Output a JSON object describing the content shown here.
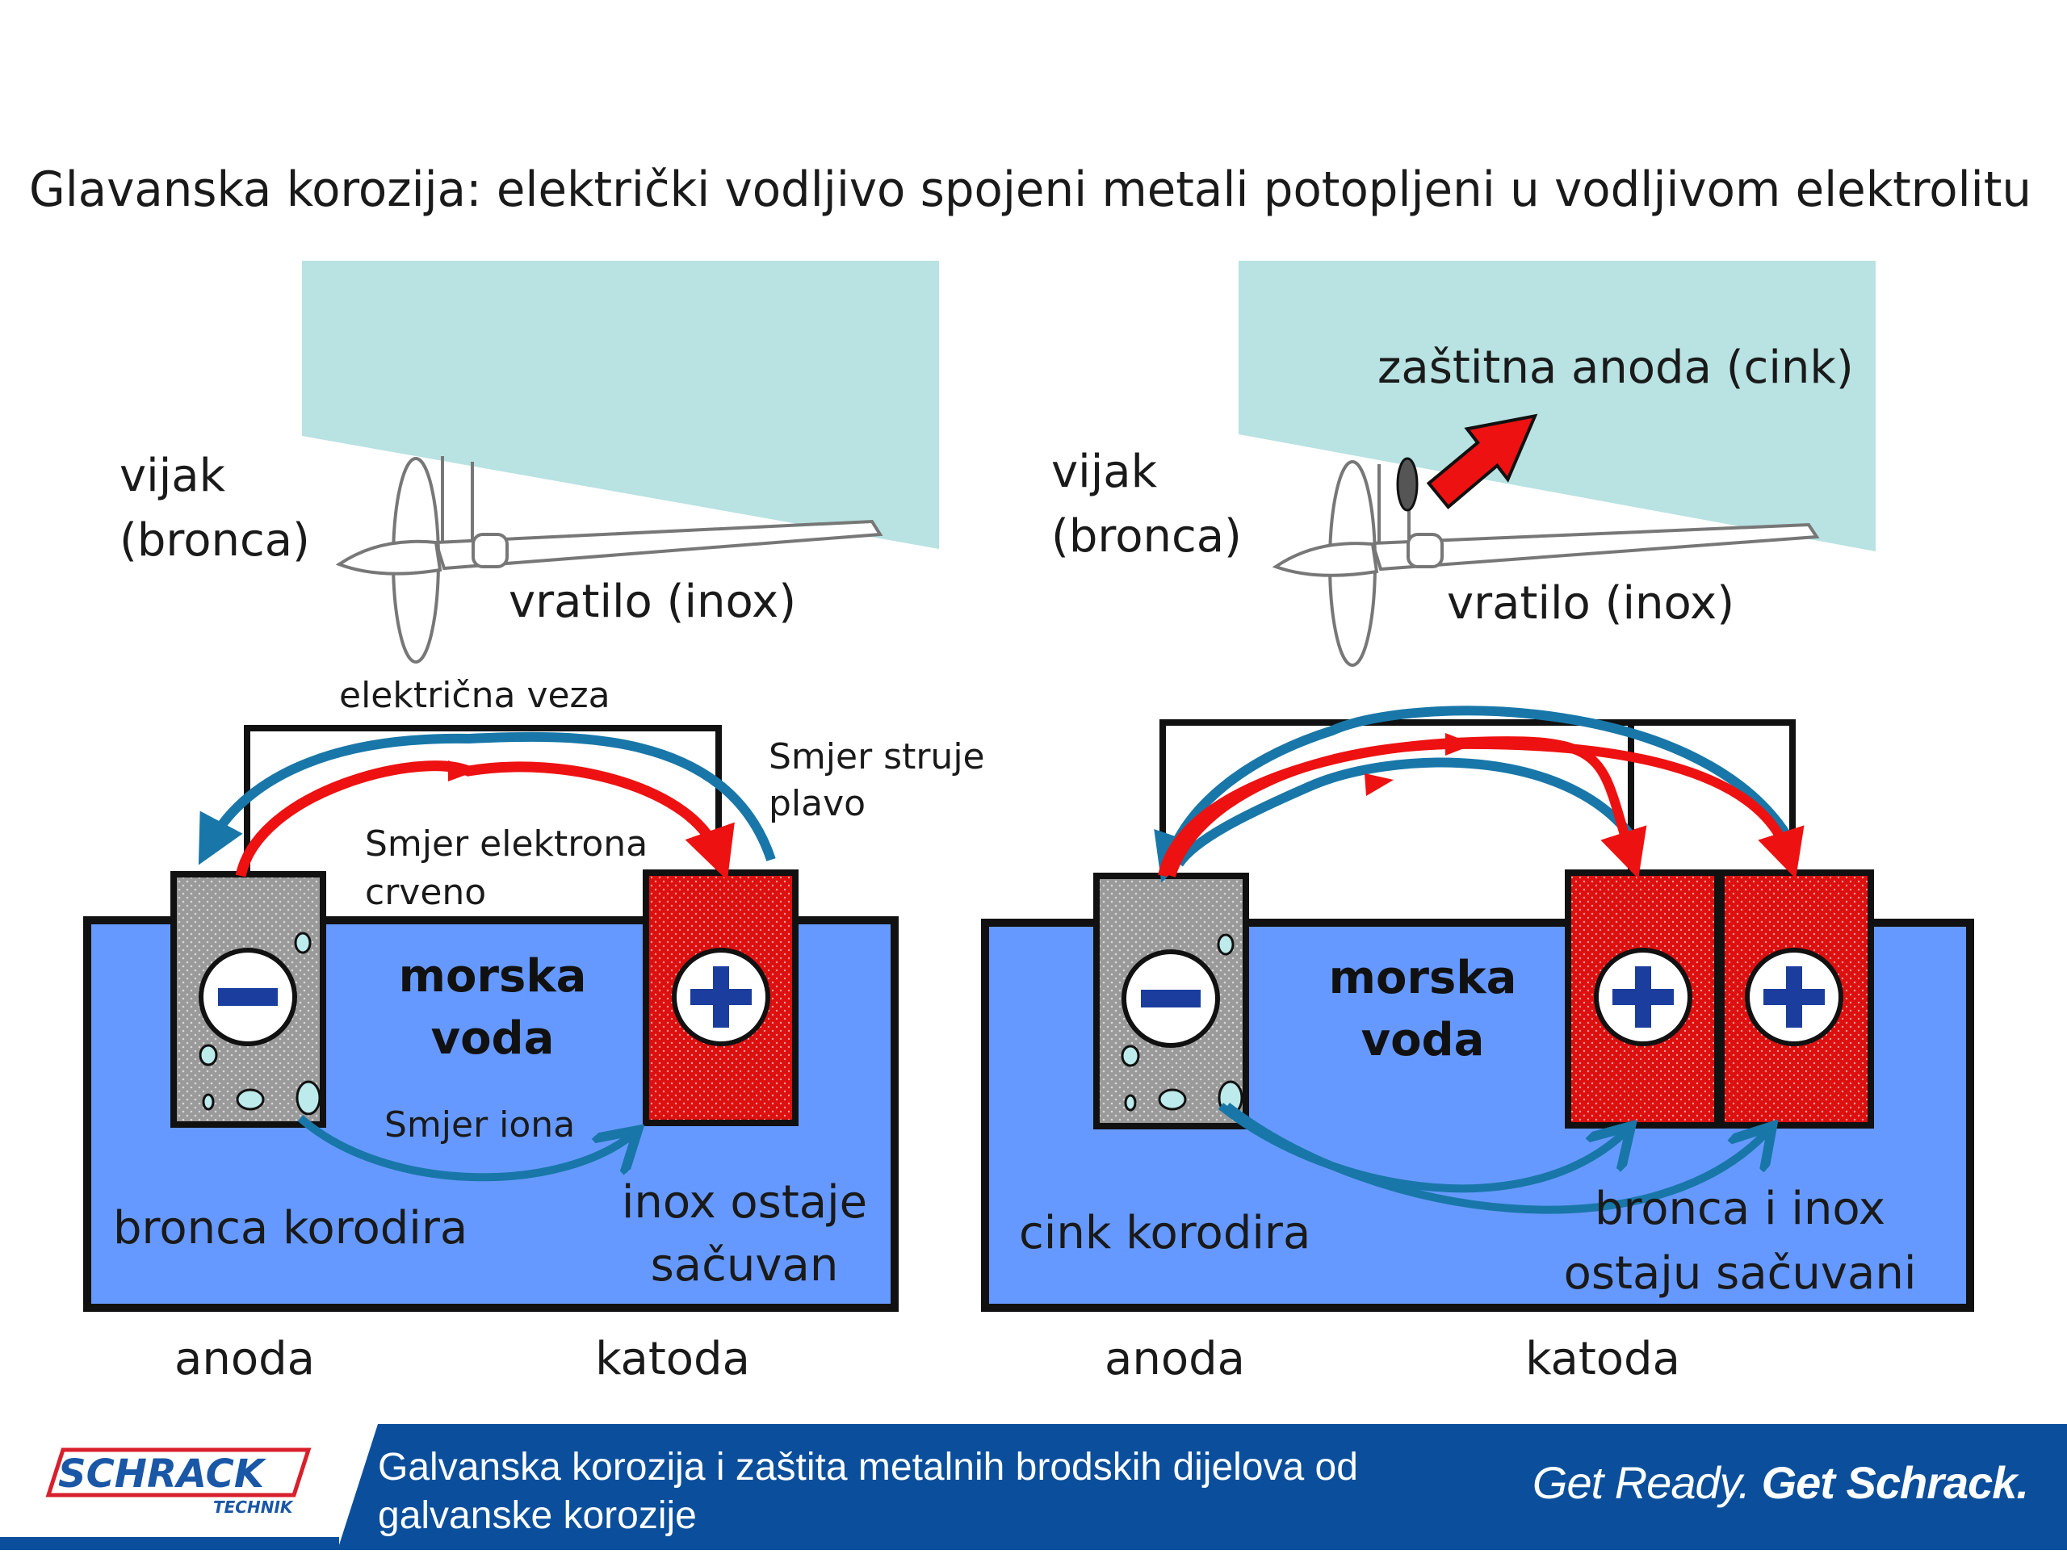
{
  "title": "Glavanska korozija: električki vodljivo spojeni  metali potopljeni u vodljivom elektrolitu",
  "left": {
    "propeller_label": [
      "vijak",
      "(bronca)"
    ],
    "shaft_label": "vratilo  (inox)",
    "connection_label": "električna veza",
    "current_label": [
      "Smjer struje",
      "plavo"
    ],
    "electron_label": [
      "Smjer elektrona",
      "crveno"
    ],
    "ion_label": "Smjer iona",
    "water_label": [
      "morska",
      "voda"
    ],
    "anode_text": "bronca korodira",
    "cathode_text": [
      "inox ostaje",
      "sačuvan"
    ],
    "anode_sign": "−",
    "cathode_sign": "+",
    "anode_caption": "anoda",
    "cathode_caption": "katoda"
  },
  "right": {
    "zinc_label": "zaštitna anoda (cink)",
    "propeller_label": [
      "vijak",
      "(bronca)"
    ],
    "shaft_label": "vratilo  (inox)",
    "water_label": [
      "morska",
      "voda"
    ],
    "anode_text": "cink korodira",
    "cathode_text": [
      "bronca i inox",
      "ostaju sačuvani"
    ],
    "anode_caption": "anoda",
    "cathode_caption": "katoda"
  },
  "footer": {
    "logo_text": "SCHRACK",
    "logo_sub": "TECHNIK",
    "description": "Galvanska korozija i zaštita metalnih brodskih dijelova od galvanske korozije",
    "slogan_part1": "Get Ready.",
    "slogan_part2": "Get Schrack."
  },
  "colors": {
    "hull": "#b9e2e2",
    "sea": "#6699ff",
    "anode_metal": "#9e9e9e",
    "cathode_metal": "#dd1111",
    "electron_arrow": "#ee1111",
    "current_arrow": "#1877a8",
    "footer_blue": "#0b4f9c",
    "sign_blue": "#1a3d9e"
  }
}
